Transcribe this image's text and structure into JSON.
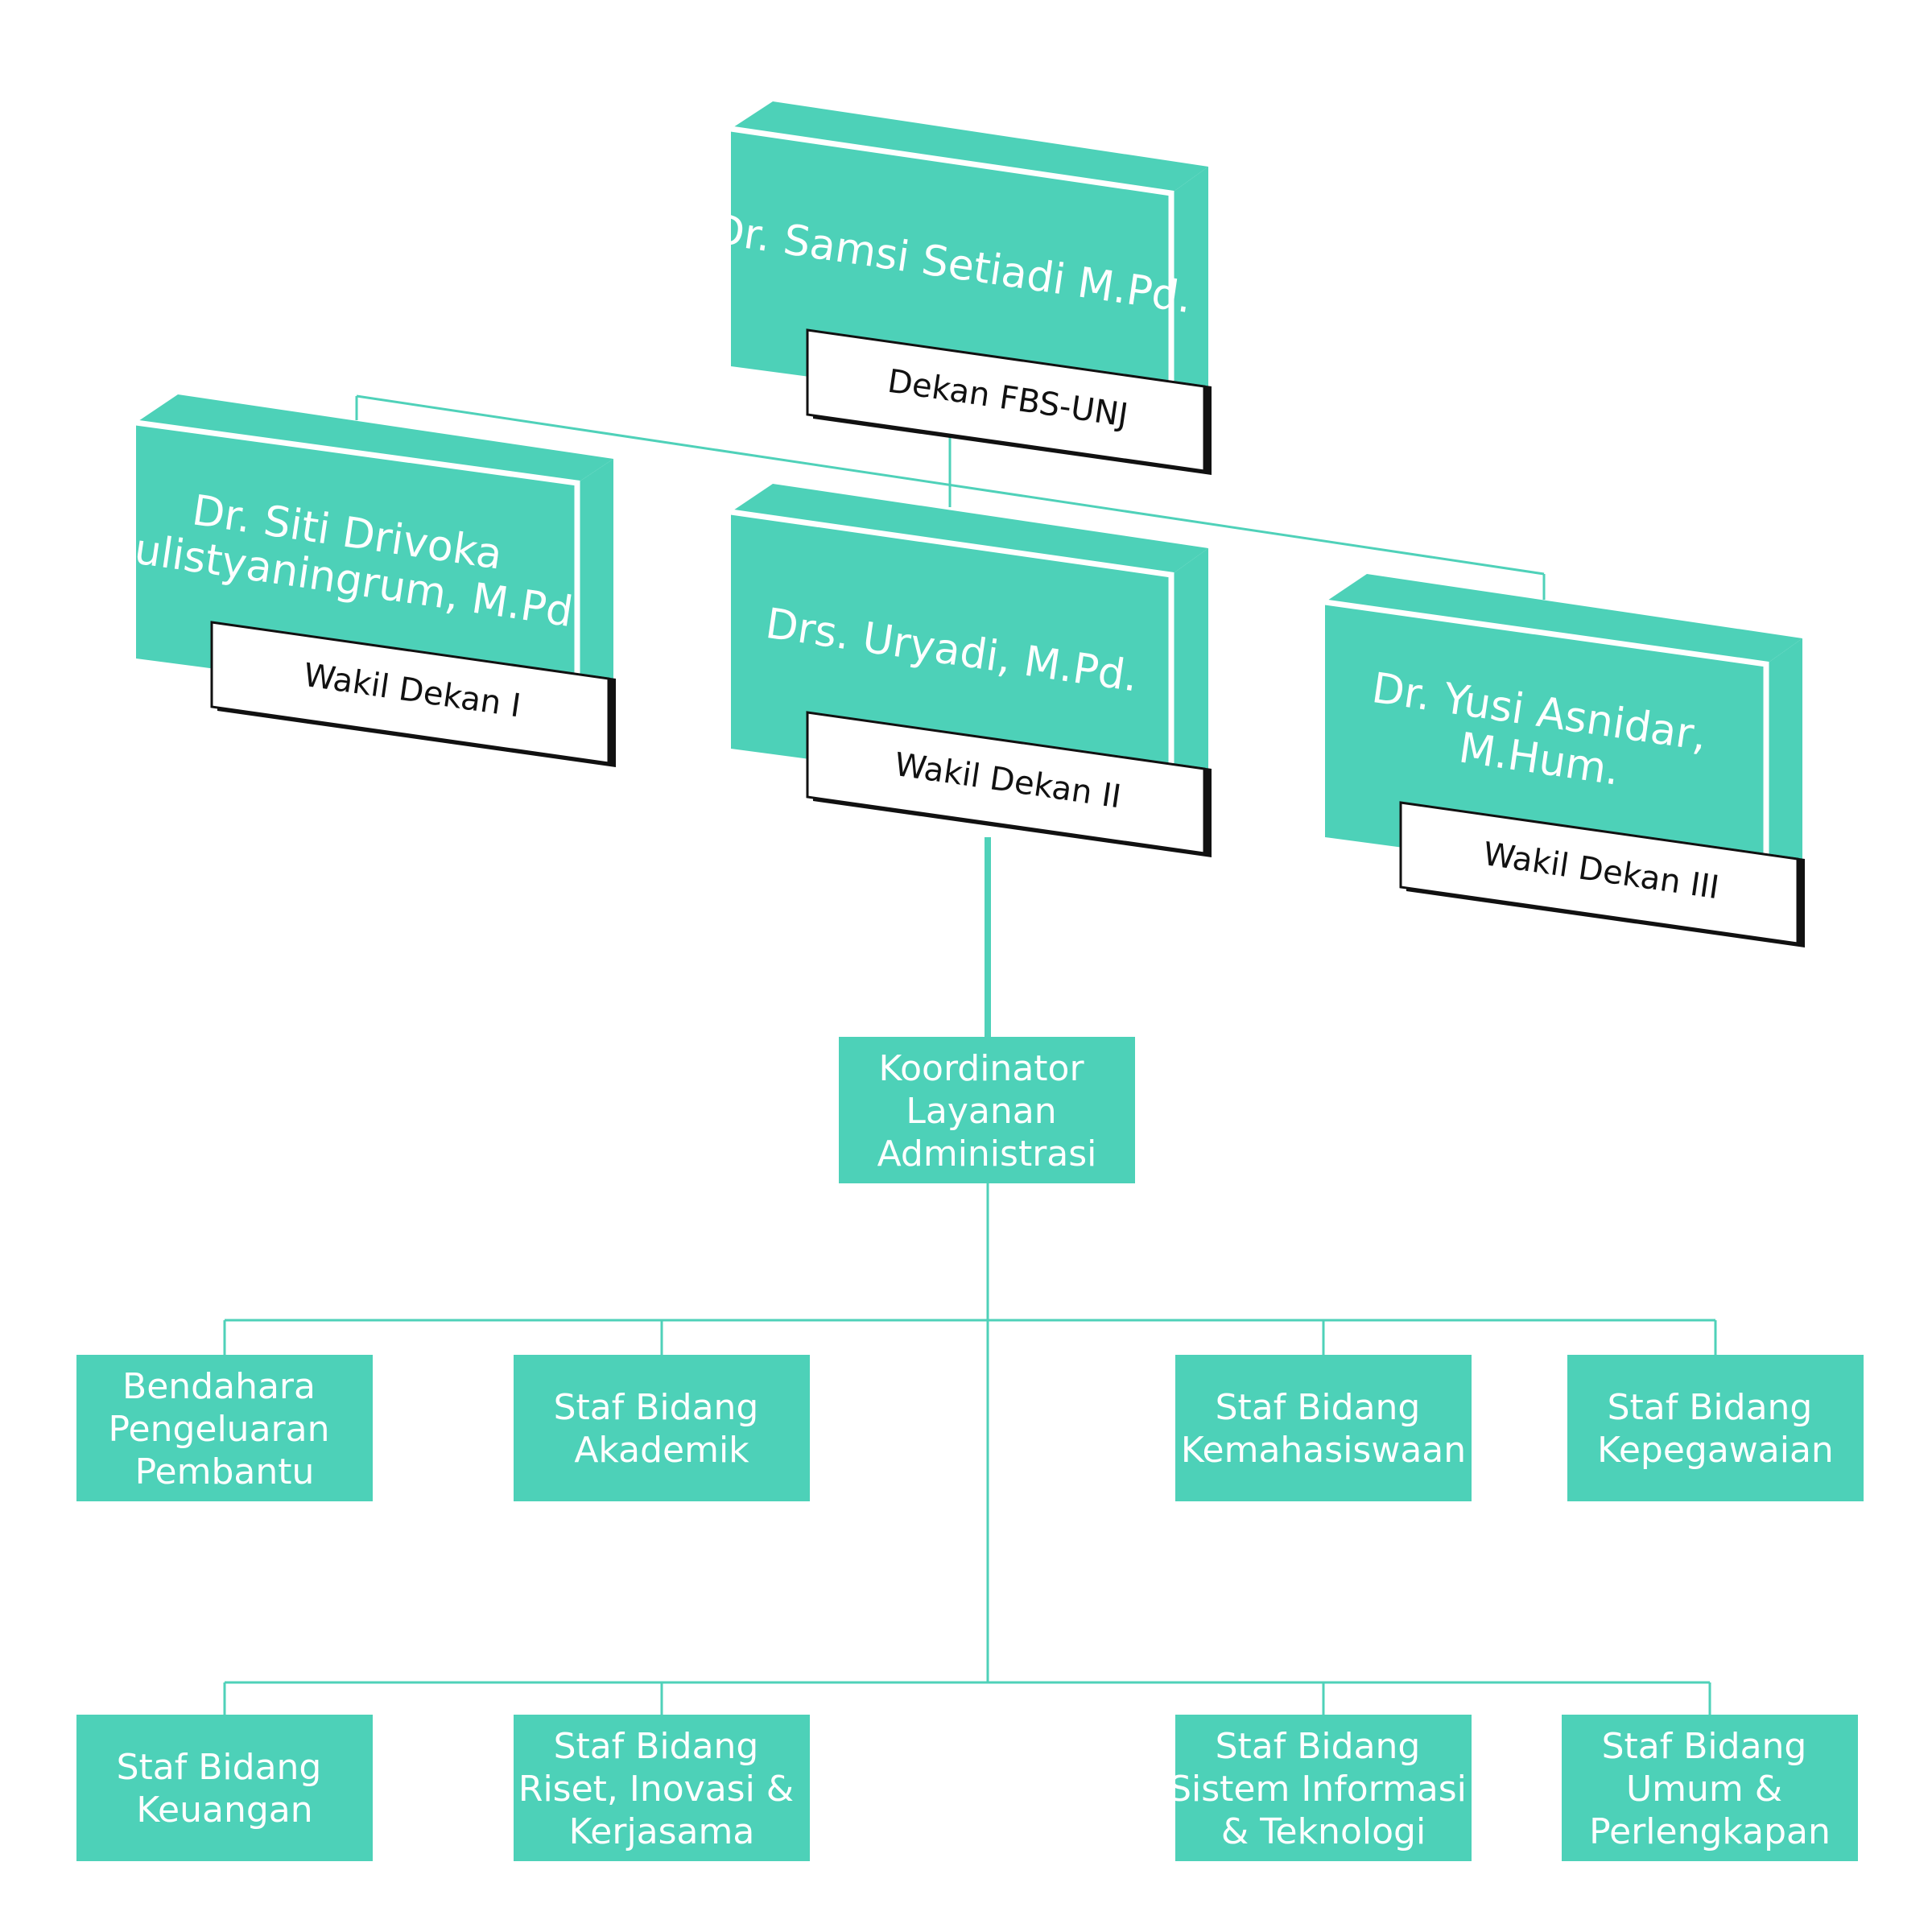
{
  "leaders": {
    "dekan": {
      "name": [
        "Dr. Samsi Setiadi M.Pd."
      ],
      "role": "Dekan FBS-UNJ"
    },
    "wd1": {
      "name": [
        "Dr. Siti Drivoka",
        "Sulistyaningrum, M.Pd."
      ],
      "role": "Wakil Dekan I"
    },
    "wd2": {
      "name": [
        "Drs. Uryadi, M.Pd."
      ],
      "role": "Wakil Dekan II"
    },
    "wd3": {
      "name": [
        "Dr. Yusi Asnidar,",
        "M.Hum."
      ],
      "role": "Wakil Dekan III"
    }
  },
  "koordinator": {
    "lines": [
      "Koordinator",
      "Layanan",
      "Administrasi"
    ]
  },
  "staff_row1": [
    {
      "lines": [
        "Bendahara",
        "Pengeluaran",
        "Pembantu"
      ]
    },
    {
      "lines": [
        "Staf Bidang",
        "Akademik"
      ]
    },
    {
      "lines": [
        "Staf Bidang",
        "Kemahasiswaan"
      ]
    },
    {
      "lines": [
        "Staf Bidang",
        "Kepegawaian"
      ]
    }
  ],
  "staff_row2": [
    {
      "lines": [
        "Staf Bidang",
        "Keuangan"
      ]
    },
    {
      "lines": [
        "Staf Bidang",
        "Riset, Inovasi &",
        "Kerjasama"
      ]
    },
    {
      "lines": [
        "Staf Bidang",
        "Sistem Informasi",
        "& Teknologi"
      ]
    },
    {
      "lines": [
        "Staf Bidang",
        "Umum &",
        "Perlengkapan"
      ]
    }
  ],
  "colors": {
    "teal": "#4dd1b8",
    "connector": "#4fd1b9",
    "plate_border": "#111111"
  }
}
